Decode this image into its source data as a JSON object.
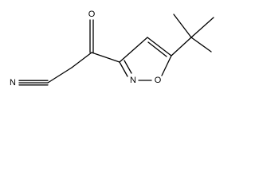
{
  "structure": {
    "atoms": {
      "ketone_oxygen": "O",
      "nitrile_nitrogen": "N",
      "ring_nitrogen": "N",
      "ring_oxygen": "O"
    }
  },
  "colors": {
    "bond": "#000000",
    "label": "#000000",
    "background": "#ffffff"
  }
}
